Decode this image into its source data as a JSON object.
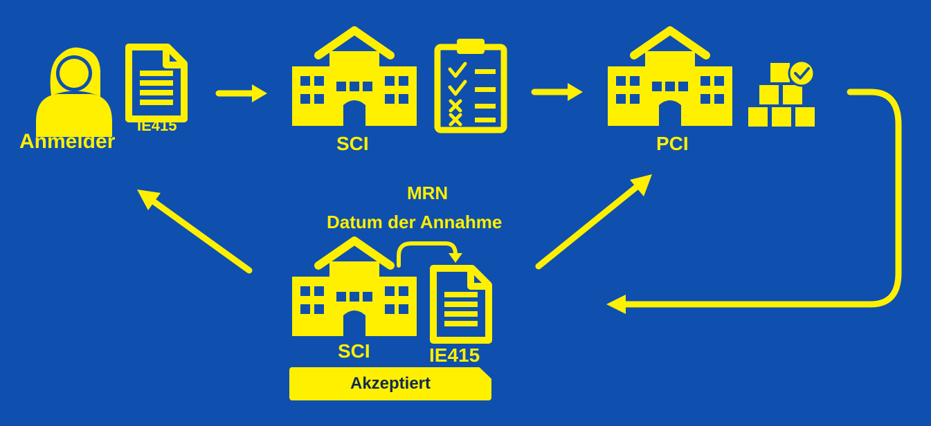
{
  "colors": {
    "background": "#0f4fae",
    "accent": "#fff000",
    "badge_text": "#102a52"
  },
  "nodes": {
    "declarant": {
      "label": "Anmelder",
      "icon": "person-icon"
    },
    "declarant_doc": {
      "label": "IE415",
      "icon": "document-icon"
    },
    "sci_top": {
      "label": "SCI",
      "icon": "building-icon"
    },
    "checklist": {
      "icon": "checklist-icon"
    },
    "pci": {
      "label": "PCI",
      "icon": "building-icon"
    },
    "goods": {
      "icon": "boxes-check-icon"
    },
    "sci_bottom": {
      "label": "SCI",
      "icon": "building-icon"
    },
    "bottom_doc": {
      "label": "IE415",
      "icon": "document-icon"
    },
    "status": {
      "label": "Akzeptiert"
    }
  },
  "annotations": {
    "mrn": "MRN",
    "datum": "Datum der Annahme"
  }
}
